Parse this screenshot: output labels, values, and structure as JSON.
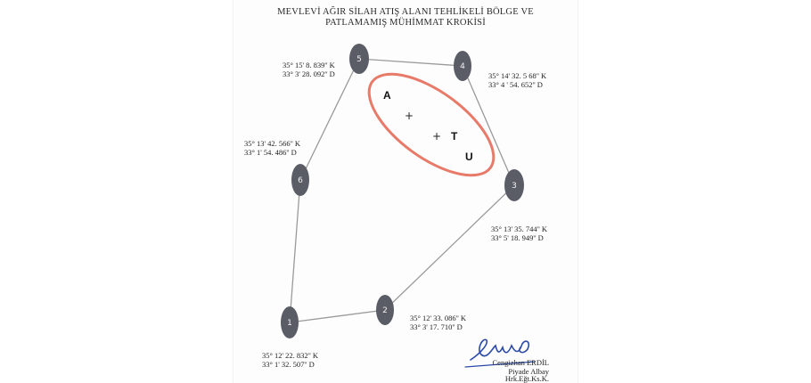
{
  "title": {
    "line1": "MEVLEVİ AĞIR SİLAH ATIŞ ALANI TEHLİKELİ BÖLGE VE",
    "line2": "PATLAMAMIŞ MÜHİMMAT KROKİSİ"
  },
  "points": [
    {
      "id": "1",
      "label": "1",
      "lat": "35° 12' 22. 832'' K",
      "lon": "33° 1' 32. 507'' D"
    },
    {
      "id": "2",
      "label": "2",
      "lat": "35° 12' 33. 086'' K",
      "lon": "33° 3' 17. 710'' D"
    },
    {
      "id": "3",
      "label": "3",
      "lat": "35° 13' 35. 744'' K",
      "lon": "33° 5' 18. 949'' D"
    },
    {
      "id": "4",
      "label": "4",
      "lat": "35° 14' 32. 5 68'' K",
      "lon": "33° 4 ' 54. 652'' D"
    },
    {
      "id": "5",
      "label": "5",
      "lat": "35° 15' 8. 839'' K",
      "lon": "33° 3' 28. 092'' D"
    },
    {
      "id": "6",
      "label": "6",
      "lat": "35° 13' 42. 566'' K",
      "lon": "33° 1' 54. 486'' D"
    }
  ],
  "zone_letters": [
    "A",
    "T",
    "U"
  ],
  "zone_marks": [
    "+",
    "+"
  ],
  "colors": {
    "marker_fill": "#5a5d66",
    "boundary_line": "#9a9a9a",
    "ellipse_stroke": "#e87a6a",
    "signature_ink": "#2b4aa8"
  },
  "signature": {
    "name": "Cengizhan ERDİL",
    "rank": "Piyade Albay",
    "unit": "Hrk.Eğt.Ks.K."
  }
}
